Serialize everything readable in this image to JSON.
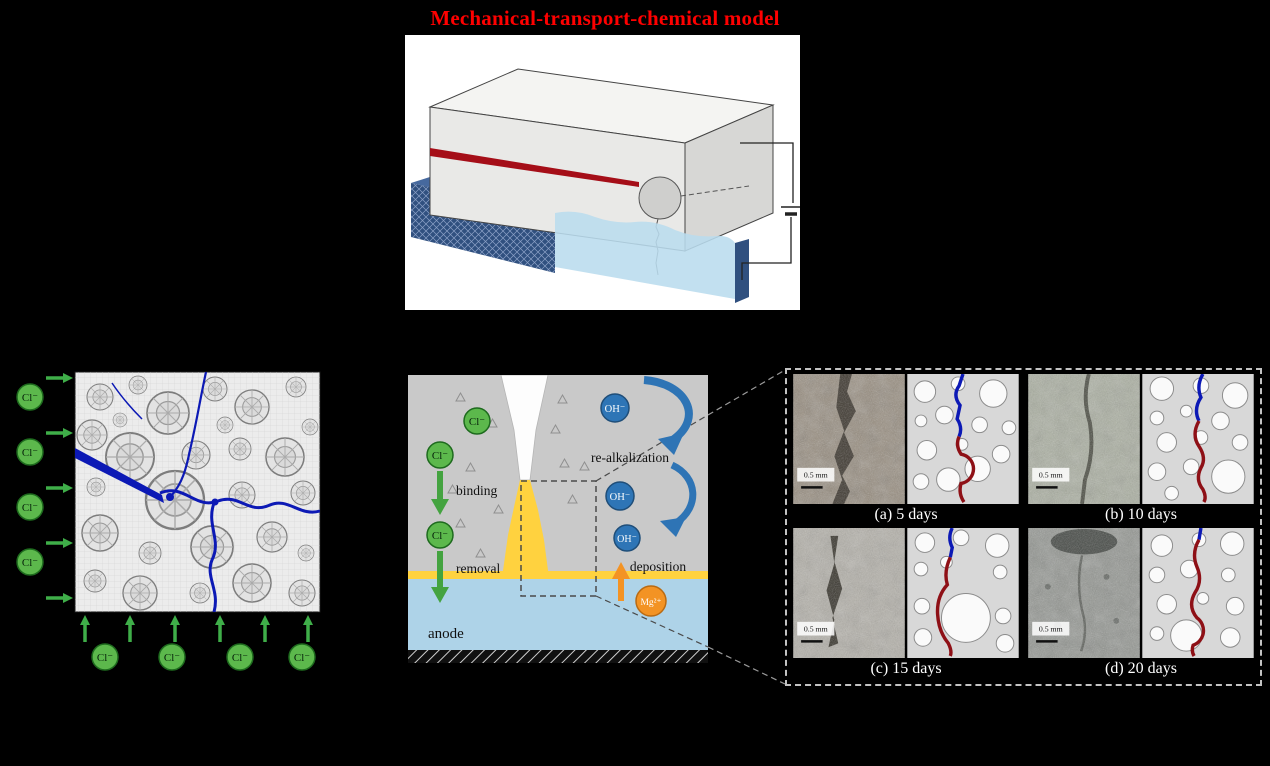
{
  "title": {
    "text": "Mechanical-transport-chemical model"
  },
  "ions": {
    "cl": "Cl⁻",
    "oh": "OH⁻",
    "mg": "Mg²⁺"
  },
  "mechanism": {
    "binding": "binding",
    "removal": "removal",
    "re_alkalization": "re-alkalization",
    "deposition": "deposition",
    "anode": "anode"
  },
  "results": {
    "items": [
      {
        "caption": "(a) 5 days",
        "scale": "0.5 mm"
      },
      {
        "caption": "(b) 10 days",
        "scale": "0.5 mm"
      },
      {
        "caption": "(c) 15 days",
        "scale": "0.5 mm"
      },
      {
        "caption": "(d) 20 days",
        "scale": "0.5 mm"
      }
    ]
  },
  "colors": {
    "title_red": "#ff0000",
    "chloride_green": "#5cb84c",
    "hydroxide_blue": "#2e75b6",
    "magnesium_orange": "#f39324",
    "crack_blue": "#0c19b5",
    "corrosion_red": "#8e1016",
    "deposit_yellow": "#ffd23f",
    "water_blue": "#aed3e8",
    "tray_blue": "#30507f"
  }
}
